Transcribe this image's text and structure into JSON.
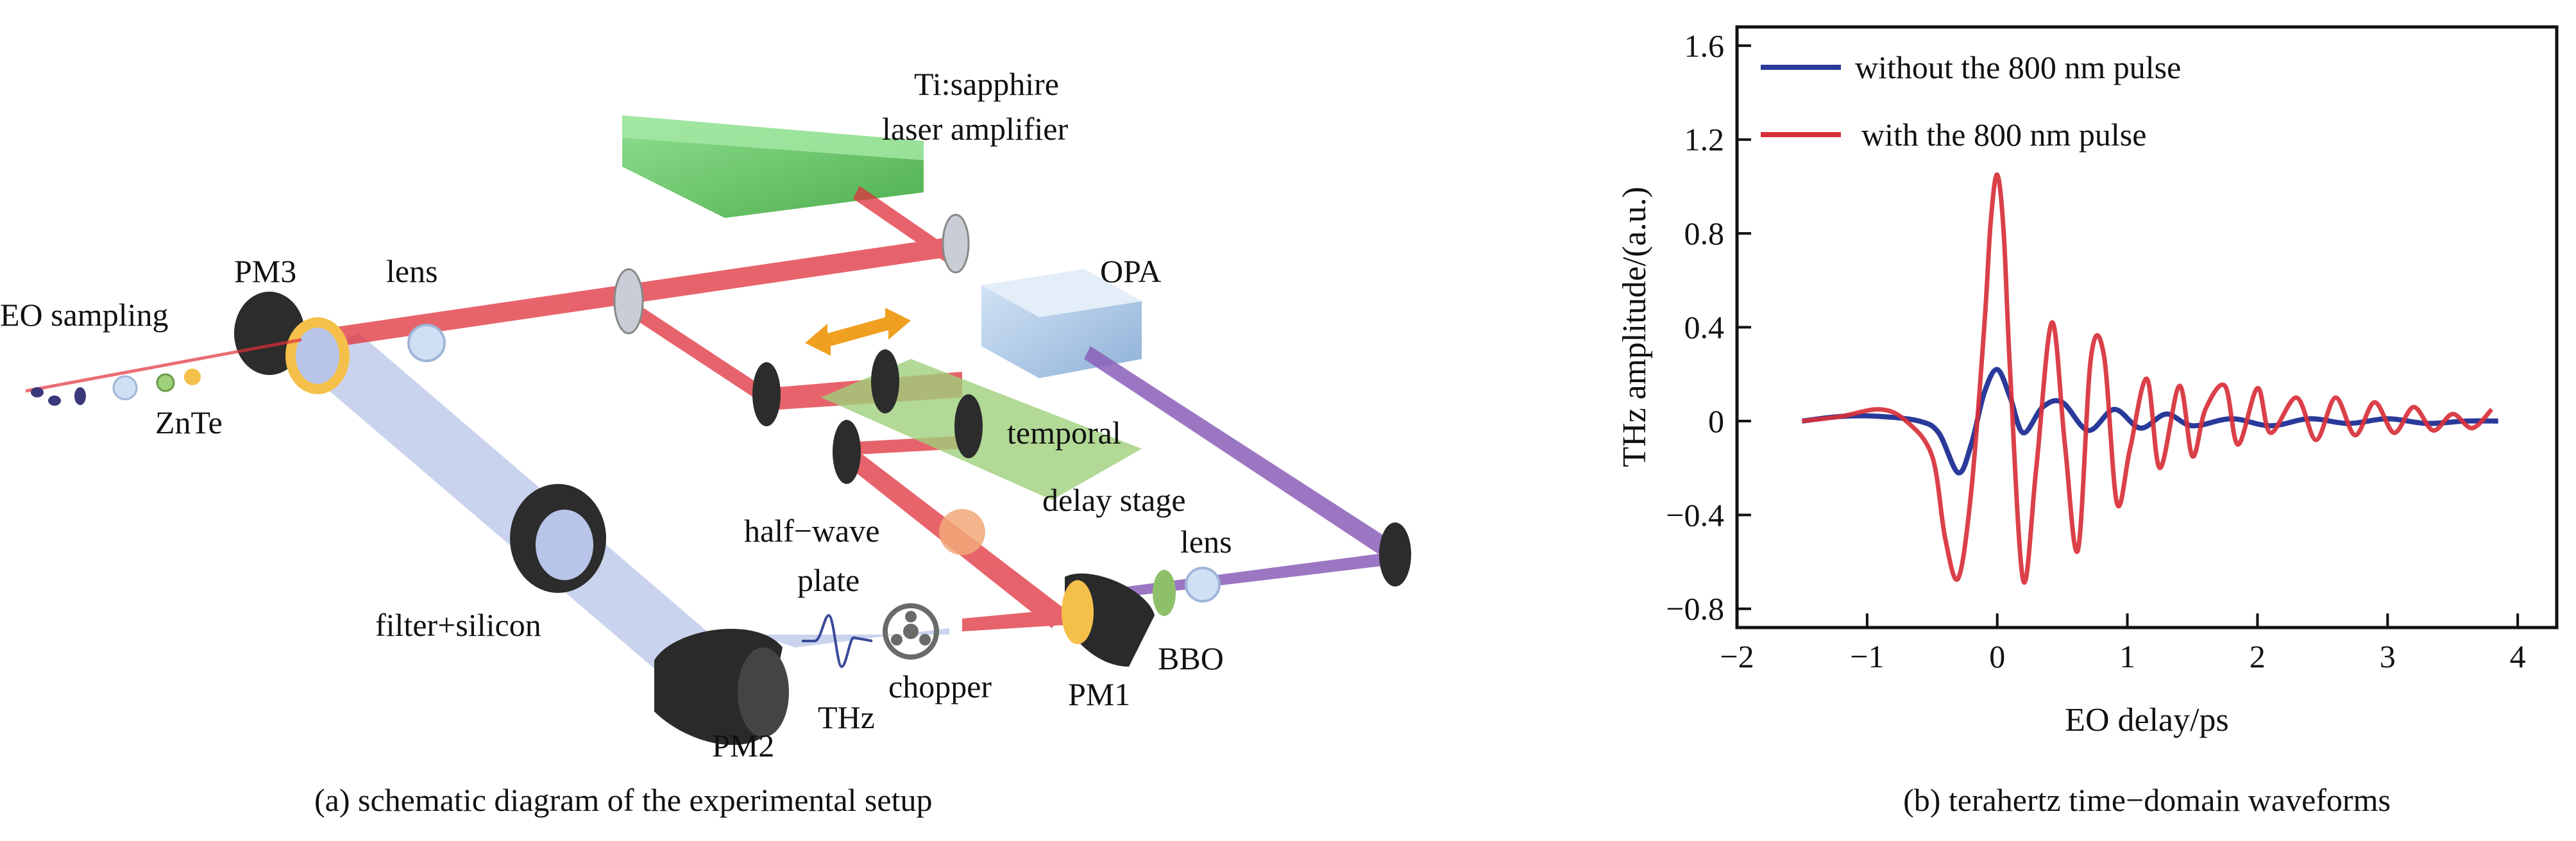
{
  "panel_a": {
    "caption": "(a) schematic diagram of the experimental setup",
    "labels": {
      "ti_sapphire_line1": "Ti:sapphire",
      "ti_sapphire_line2": "laser amplifier",
      "opa": "OPA",
      "pm3": "PM3",
      "lens_top": "lens",
      "eo_sampling": "EO sampling",
      "znte": "ZnTe",
      "temporal": "temporal",
      "delay_stage": "delay stage",
      "lens_right": "lens",
      "half_wave_line1": "half−wave",
      "half_wave_line2": "plate",
      "filter_silicon": "filter+silicon",
      "chopper": "chopper",
      "thz": "THz",
      "pm1": "PM1",
      "bbo": "BBO",
      "pm2": "PM2"
    },
    "colors": {
      "laser_box": "#6fcf6f",
      "opa_box": "#a9c8e8",
      "beam_800nm": "#e0303a",
      "beam_opa": "#8a5fb8",
      "beam_thz": "#b8c4e8",
      "delay_plate": "#9fd07a",
      "stage_arrow": "#f0a020"
    }
  },
  "panel_b": {
    "caption": "(b) terahertz time−domain waveforms",
    "chart_data": {
      "type": "line",
      "xlabel": "EO delay/ps",
      "ylabel": "THz amplitude/(a.u.)",
      "xlim": [
        -2,
        4.3
      ],
      "ylim": [
        -0.88,
        1.68
      ],
      "xticks": [
        -2,
        -1,
        0,
        1,
        2,
        3,
        4
      ],
      "yticks": [
        -0.8,
        -0.4,
        0,
        0.4,
        0.8,
        1.2,
        1.6
      ],
      "xtick_labels": [
        "−2",
        "−1",
        "0",
        "1",
        "2",
        "3",
        "4"
      ],
      "ytick_labels": [
        "−0.8",
        "−0.4",
        "0",
        "0.4",
        "0.8",
        "1.2",
        "1.6"
      ],
      "legend_position": "top-left",
      "series": [
        {
          "name": "without the 800 nm pulse",
          "color": "#2a3a9a",
          "x": [
            -1.5,
            -1.2,
            -0.9,
            -0.6,
            -0.45,
            -0.3,
            -0.2,
            -0.1,
            0.0,
            0.1,
            0.2,
            0.35,
            0.5,
            0.7,
            0.9,
            1.1,
            1.3,
            1.5,
            1.8,
            2.1,
            2.4,
            2.7,
            3.0,
            3.3,
            3.6,
            3.85
          ],
          "y": [
            0.0,
            0.02,
            0.02,
            0.0,
            -0.05,
            -0.22,
            -0.1,
            0.12,
            0.22,
            0.1,
            -0.05,
            0.06,
            0.08,
            -0.04,
            0.05,
            -0.03,
            0.03,
            -0.02,
            0.01,
            -0.02,
            0.01,
            -0.01,
            0.01,
            -0.01,
            0.0,
            0.0
          ]
        },
        {
          "name": "with the 800 nm pulse",
          "color": "#d8303a",
          "x": [
            -1.5,
            -1.2,
            -0.9,
            -0.7,
            -0.5,
            -0.4,
            -0.3,
            -0.2,
            -0.1,
            -0.05,
            0.0,
            0.05,
            0.1,
            0.2,
            0.3,
            0.42,
            0.52,
            0.62,
            0.72,
            0.82,
            0.92,
            1.02,
            1.15,
            1.25,
            1.4,
            1.5,
            1.6,
            1.75,
            1.85,
            2.0,
            2.1,
            2.3,
            2.45,
            2.6,
            2.75,
            2.9,
            3.05,
            3.2,
            3.35,
            3.5,
            3.65,
            3.8
          ],
          "y": [
            0.0,
            0.02,
            0.05,
            0.0,
            -0.15,
            -0.5,
            -0.67,
            -0.3,
            0.4,
            0.85,
            1.05,
            0.8,
            0.2,
            -0.68,
            -0.2,
            0.42,
            -0.1,
            -0.55,
            0.27,
            0.28,
            -0.35,
            -0.12,
            0.18,
            -0.2,
            0.15,
            -0.15,
            0.05,
            0.15,
            -0.1,
            0.14,
            -0.05,
            0.1,
            -0.08,
            0.1,
            -0.06,
            0.08,
            -0.05,
            0.06,
            -0.04,
            0.03,
            -0.03,
            0.05
          ]
        }
      ]
    }
  }
}
